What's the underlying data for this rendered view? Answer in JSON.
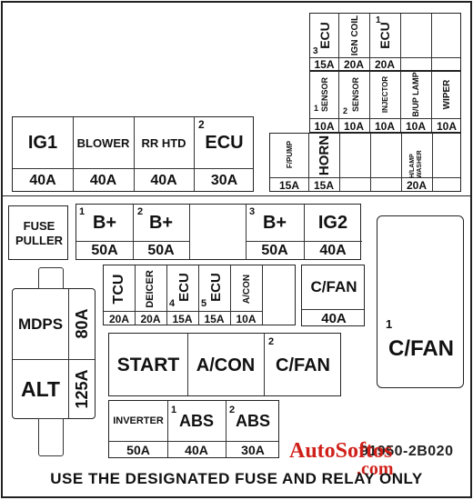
{
  "top_small": {
    "col1": {
      "num": "3",
      "name": "ECU",
      "amp": "15A"
    },
    "col2": {
      "name": "IGN COIL",
      "amp": "20A"
    },
    "col3": {
      "num": "1",
      "name": "ECU",
      "amp": "20A"
    }
  },
  "mid_small": {
    "col1": {
      "num": "1",
      "name": "SENSOR",
      "amp": "10A"
    },
    "col2": {
      "num": "2",
      "name": "SENSOR",
      "amp": "10A"
    },
    "col3": {
      "name": "INJECTOR",
      "amp": "10A"
    },
    "col4": {
      "name": "B/UP LAMP",
      "amp": "10A"
    },
    "col5": {
      "name": "WIPER",
      "amp": "10A"
    }
  },
  "low_small": {
    "fpump": {
      "name": "F/PUMP",
      "amp": "15A"
    },
    "horn": {
      "name": "HORN",
      "amp": "15A"
    },
    "hlamp": {
      "name": "H/LAMP WASHER",
      "amp": "20A"
    }
  },
  "row_big": {
    "ig1": {
      "name": "IG1",
      "amp": "40A"
    },
    "blower": {
      "name": "BLOWER",
      "amp": "40A"
    },
    "rr_htd": {
      "name": "RR HTD",
      "amp": "40A"
    },
    "ecu": {
      "num": "2",
      "name": "ECU",
      "amp": "30A"
    }
  },
  "fuse_puller": "FUSE PULLER",
  "bplus": {
    "b1": {
      "num": "1",
      "name": "B+",
      "amp": "50A"
    },
    "b2": {
      "num": "2",
      "name": "B+",
      "amp": "50A"
    },
    "b3": {
      "num": "3",
      "name": "B+",
      "amp": "50A"
    },
    "ig2": {
      "name": "IG2",
      "amp": "40A"
    }
  },
  "mid_row": {
    "tcu": {
      "name": "TCU",
      "amp": "20A"
    },
    "deicer": {
      "name": "DEICER",
      "amp": "20A"
    },
    "ecu4": {
      "num": "4",
      "name": "ECU",
      "amp": "15A"
    },
    "ecu5": {
      "num": "5",
      "name": "ECU",
      "amp": "15A"
    },
    "acon": {
      "name": "A/CON",
      "amp": "10A"
    }
  },
  "cfan_small": {
    "name": "C/FAN",
    "amp": "40A"
  },
  "mdps": {
    "name": "MDPS",
    "amp": "80A"
  },
  "alt": {
    "name": "ALT",
    "amp": "125A"
  },
  "relays": {
    "start": "START",
    "acon": "A/CON",
    "cfan_num": "2",
    "cfan": "C/FAN",
    "cfan_big_num": "1",
    "cfan_big": "C/FAN"
  },
  "bottom_row": {
    "inverter": {
      "name": "INVERTER",
      "amp": "50A"
    },
    "abs1": {
      "num": "1",
      "name": "ABS",
      "amp": "40A"
    },
    "abs2": {
      "num": "2",
      "name": "ABS",
      "amp": "30A"
    }
  },
  "part_number": "91950-2B020",
  "watermark": {
    "line1": "AutoSoftos",
    "line2": ".com",
    "color": "#d0201a"
  },
  "footer": "USE THE DESIGNATED FUSE AND RELAY ONLY"
}
